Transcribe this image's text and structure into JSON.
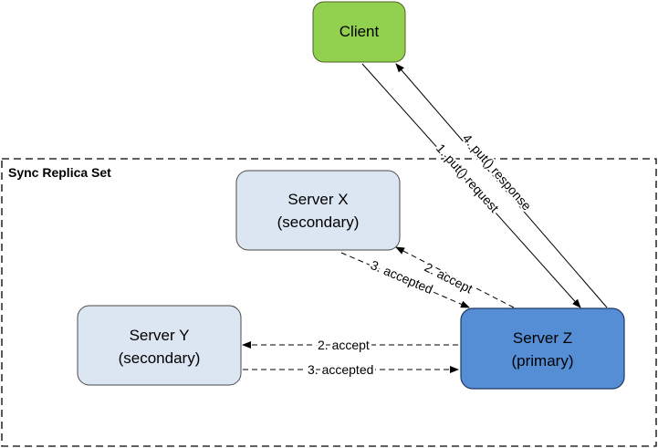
{
  "replica_set": {
    "label": "Sync Replica Set"
  },
  "nodes": {
    "client": {
      "label": "Client",
      "fill": "#92d050",
      "stroke": "#4f6228"
    },
    "server_x": {
      "line1": "Server X",
      "line2": "(secondary)",
      "fill": "#dce6f2",
      "stroke": "#4a4a4a"
    },
    "server_y": {
      "line1": "Server Y",
      "line2": "(secondary)",
      "fill": "#dce6f2",
      "stroke": "#4a4a4a"
    },
    "server_z": {
      "line1": "Server Z",
      "line2": "(primary)",
      "fill": "#558ed5",
      "stroke": "#1f3864"
    }
  },
  "edges": {
    "put_request": "1. put() request",
    "put_response": "4. put() response",
    "accept_x": "2. accept",
    "accepted_x": "3. accepted",
    "accept_y": "2. accept",
    "accepted_y": "3. accepted"
  }
}
